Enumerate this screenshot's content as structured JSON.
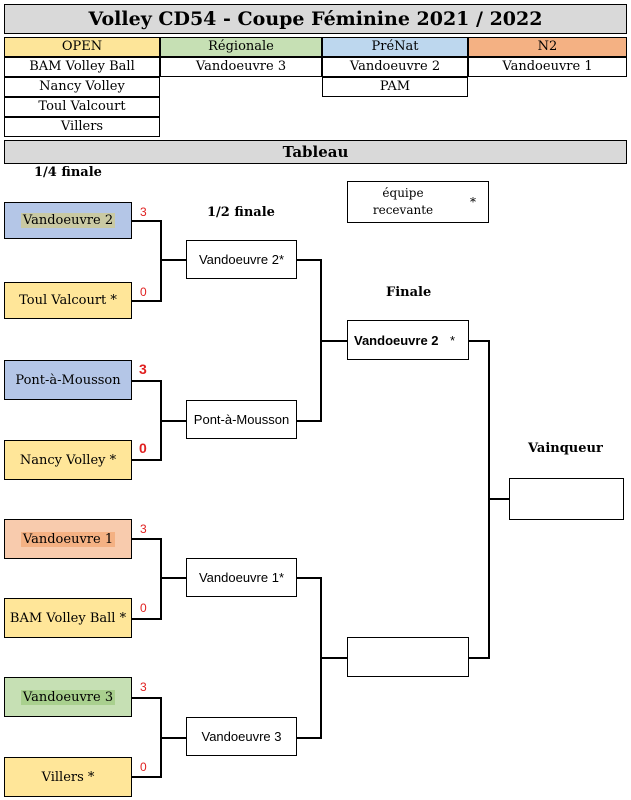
{
  "title": "Volley CD54 - Coupe Féminine 2021 / 2022",
  "categories": [
    {
      "label": "OPEN",
      "color": "#fde599",
      "teams": [
        "BAM Volley Ball",
        "Nancy Volley",
        "Toul Valcourt",
        "Villers"
      ]
    },
    {
      "label": "Régionale",
      "color": "#c6e0b4",
      "teams": [
        "Vandoeuvre 3"
      ]
    },
    {
      "label": "PréNat",
      "color": "#bdd7ee",
      "teams": [
        "Vandoeuvre 2",
        "PAM"
      ]
    },
    {
      "label": "N2",
      "color": "#f4b183",
      "teams": [
        "Vandoeuvre 1"
      ]
    }
  ],
  "section_title": "Tableau",
  "rounds": {
    "quarter": "1/4 finale",
    "semi": "1/2 finale",
    "final": "Finale",
    "winner": "Vainqueur"
  },
  "legend": {
    "text_line1": "équipe",
    "text_line2": "recevante",
    "symbol": "*"
  },
  "quarter_finals": [
    {
      "team": "Vandoeuvre 2",
      "score": "3",
      "color": "#b4c6e7",
      "highlight": "#c9c9a3"
    },
    {
      "team": "Toul Valcourt *",
      "score": "0",
      "color": "#ffe699"
    },
    {
      "team": "Pont-à-Mousson",
      "score": "3",
      "color": "#b4c6e7"
    },
    {
      "team": "Nancy Volley *",
      "score": "0",
      "color": "#ffe699"
    },
    {
      "team": "Vandoeuvre 1",
      "score": "3",
      "color": "#f8cbad",
      "highlight": "#f4b183"
    },
    {
      "team": "BAM Volley Ball *",
      "score": "0",
      "color": "#ffe699"
    },
    {
      "team": "Vandoeuvre 3",
      "score": "3",
      "color": "#c6e0b4",
      "highlight": "#a9d08e"
    },
    {
      "team": "Villers *",
      "score": "0",
      "color": "#ffe699"
    }
  ],
  "semi_finals": [
    "Vandoeuvre 2*",
    "Pont-à-Mousson",
    "Vandoeuvre 1*",
    "Vandoeuvre 3"
  ],
  "finals": {
    "top_team": "Vandoeuvre 2",
    "top_star": "*",
    "bottom_team": ""
  },
  "winner_team": ""
}
